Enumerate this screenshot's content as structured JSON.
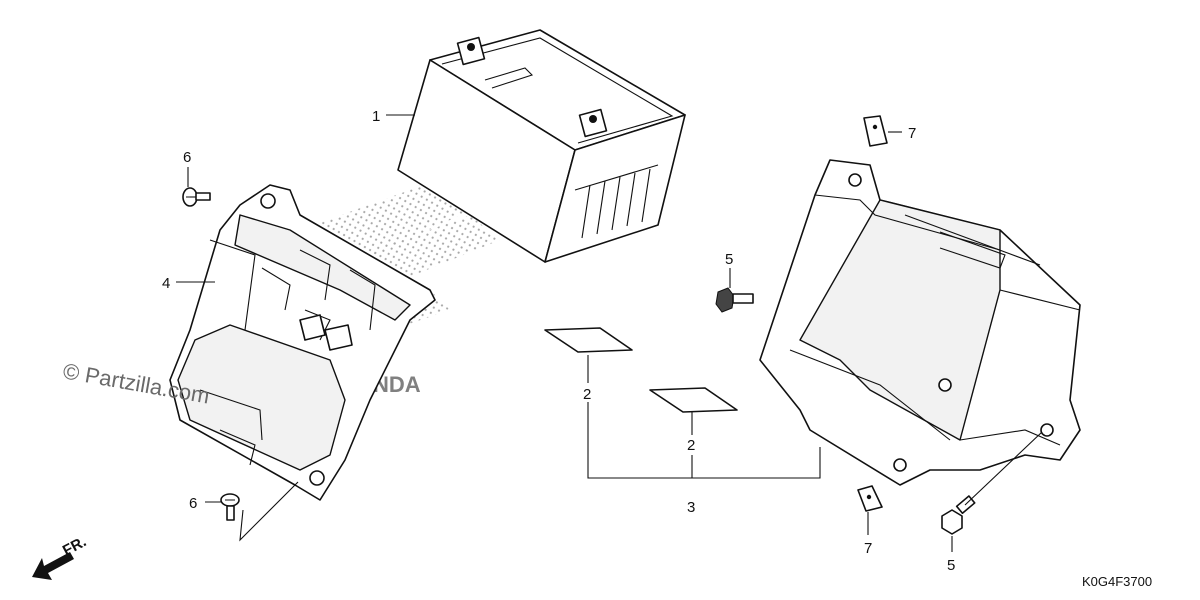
{
  "watermark": "© Partzilla.com",
  "brand_ghost": "HONDA",
  "diagram_code": "K0G4F3700",
  "front_marker": "FR.",
  "callouts": {
    "battery": "1",
    "pad_a": "2",
    "pad_b": "2",
    "pad_set": "3",
    "cover": "4",
    "bolt_right_upper": "5",
    "bolt_right_lower": "5",
    "screw_upper": "6",
    "screw_lower": "6",
    "clip_upper": "7",
    "clip_lower": "7"
  }
}
